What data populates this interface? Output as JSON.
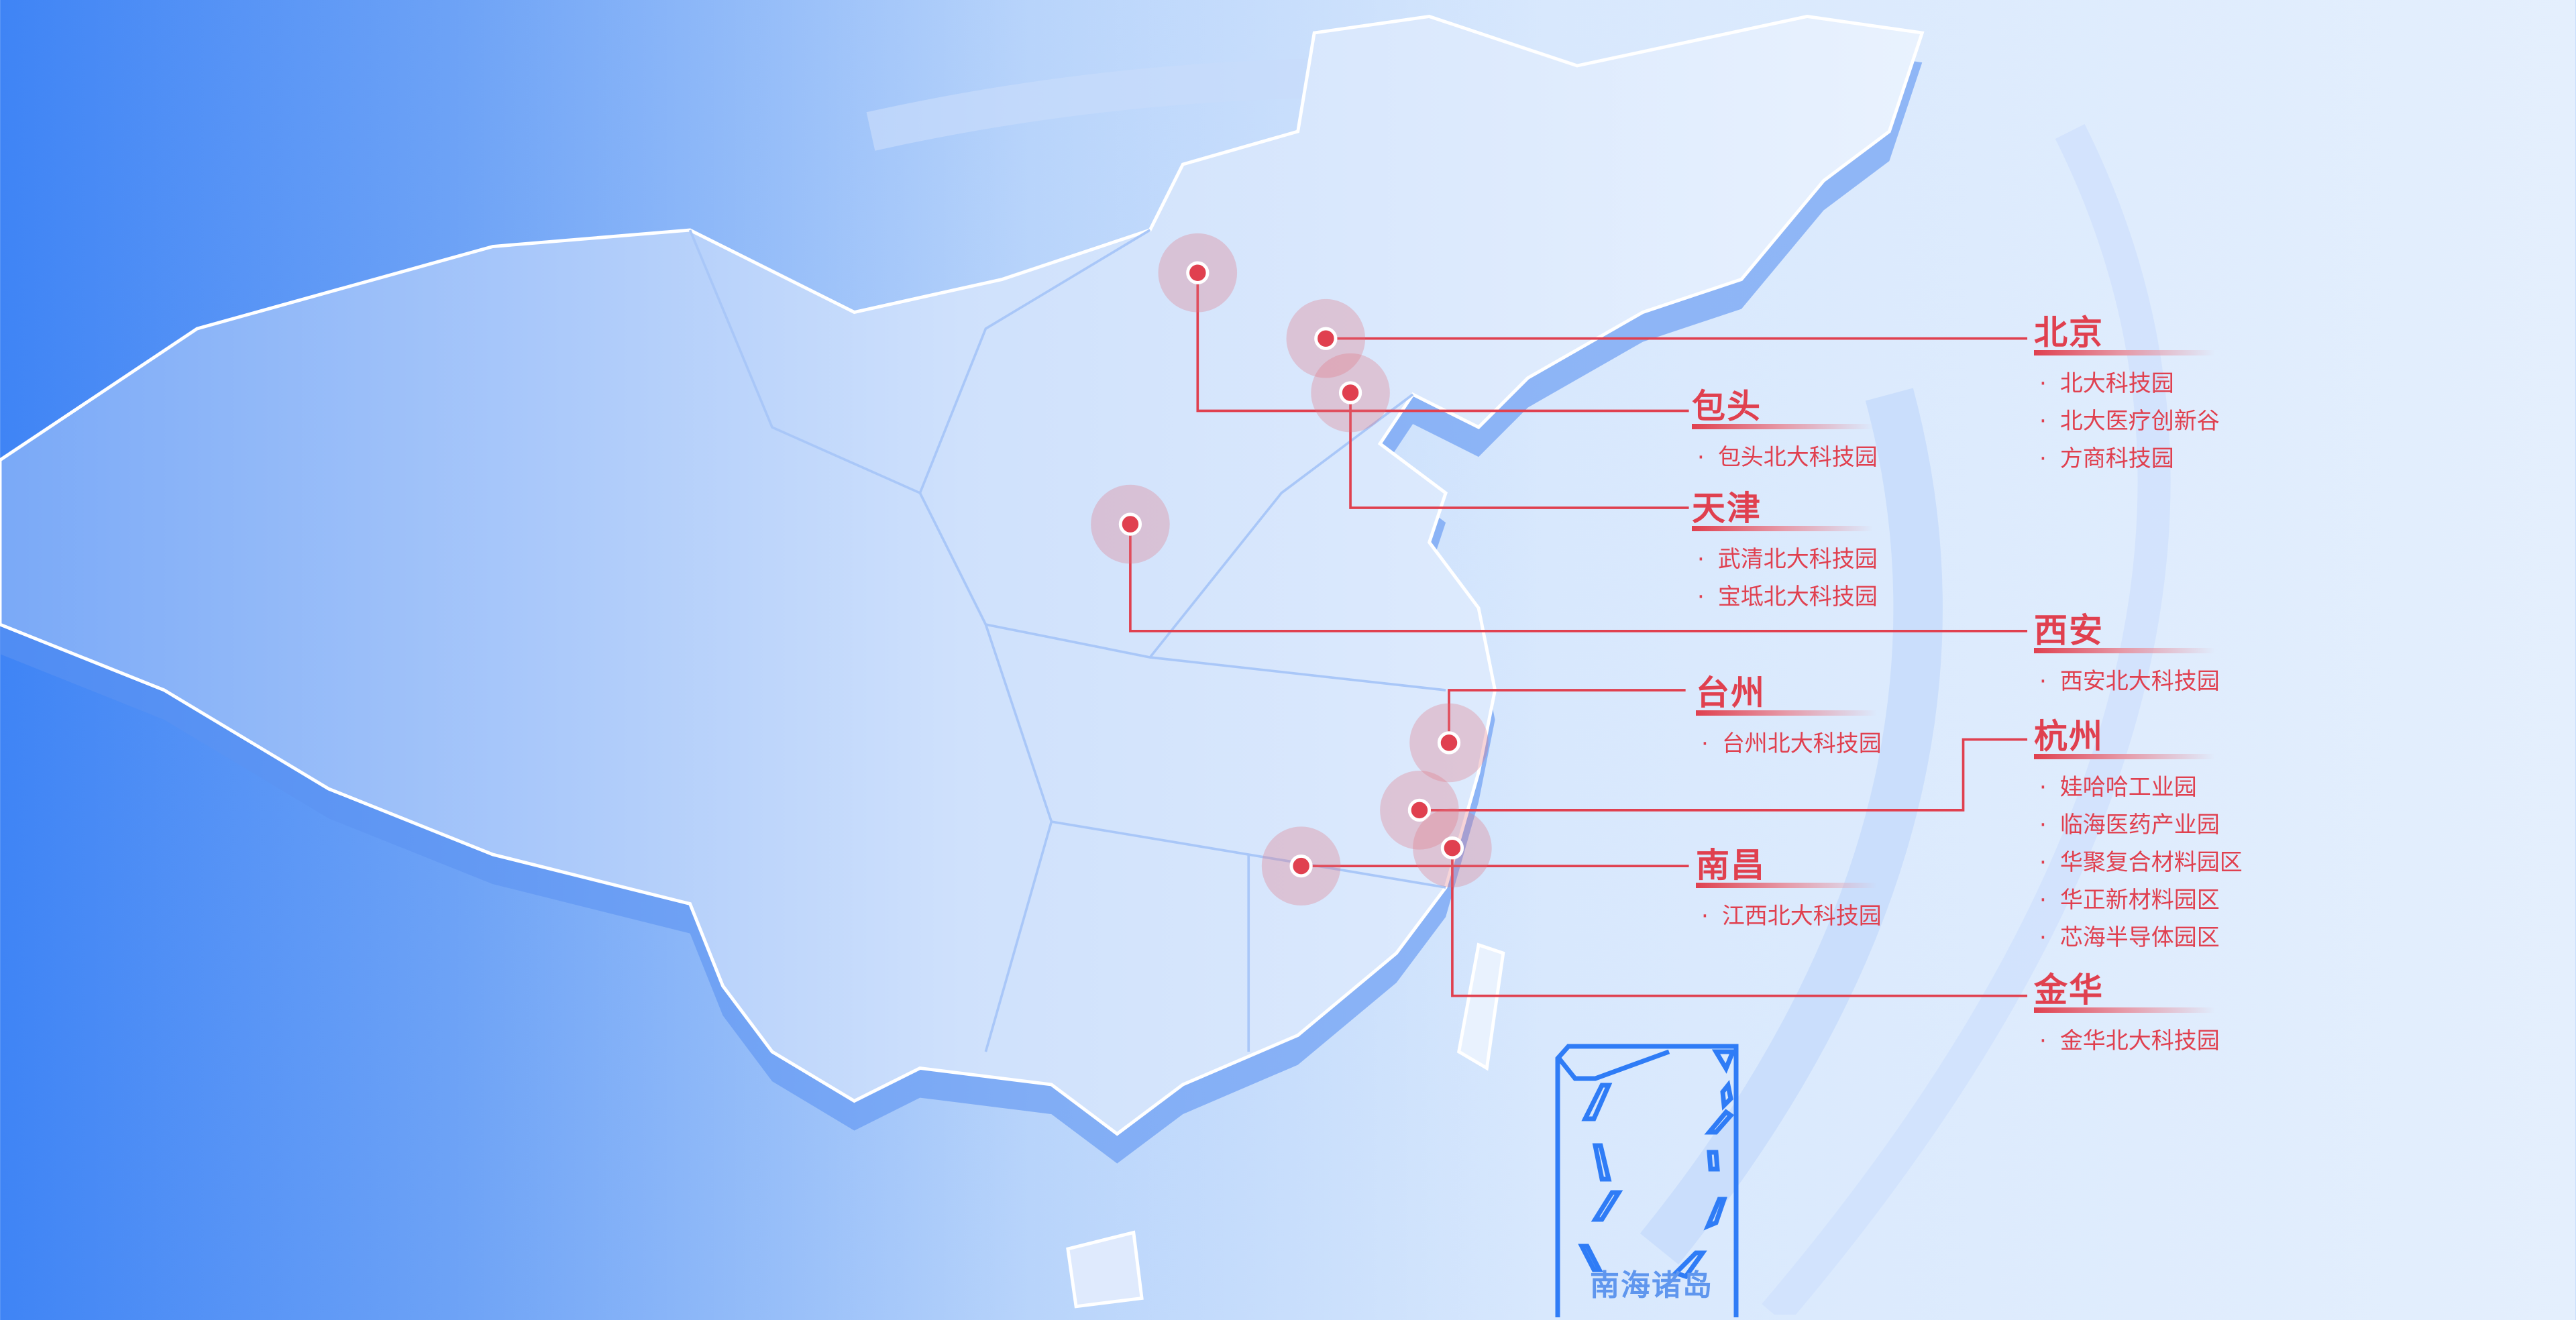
{
  "colors": {
    "accent": "#e0404f",
    "map_blue": "#2f7cf6"
  },
  "cities": [
    {
      "id": "beijing",
      "name": "北京",
      "parks": [
        "北大科技园",
        "北大医疗创新谷",
        "方商科技园"
      ]
    },
    {
      "id": "baotou",
      "name": "包头",
      "parks": [
        "包头北大科技园"
      ]
    },
    {
      "id": "tianjin",
      "name": "天津",
      "parks": [
        "武清北大科技园",
        "宝坻北大科技园"
      ]
    },
    {
      "id": "xian",
      "name": "西安",
      "parks": [
        "西安北大科技园"
      ]
    },
    {
      "id": "taizhou",
      "name": "台州",
      "parks": [
        "台州北大科技园"
      ]
    },
    {
      "id": "hangzhou",
      "name": "杭州",
      "parks": [
        "娃哈哈工业园",
        "临海医药产业园",
        "华聚复合材料园区",
        "华正新材料园区",
        "芯海半导体园区"
      ]
    },
    {
      "id": "nanchang",
      "name": "南昌",
      "parks": [
        "江西北大科技园"
      ]
    },
    {
      "id": "jinhua",
      "name": "金华",
      "parks": [
        "金华北大科技园"
      ]
    }
  ],
  "inset": {
    "label": "南海诸岛"
  }
}
